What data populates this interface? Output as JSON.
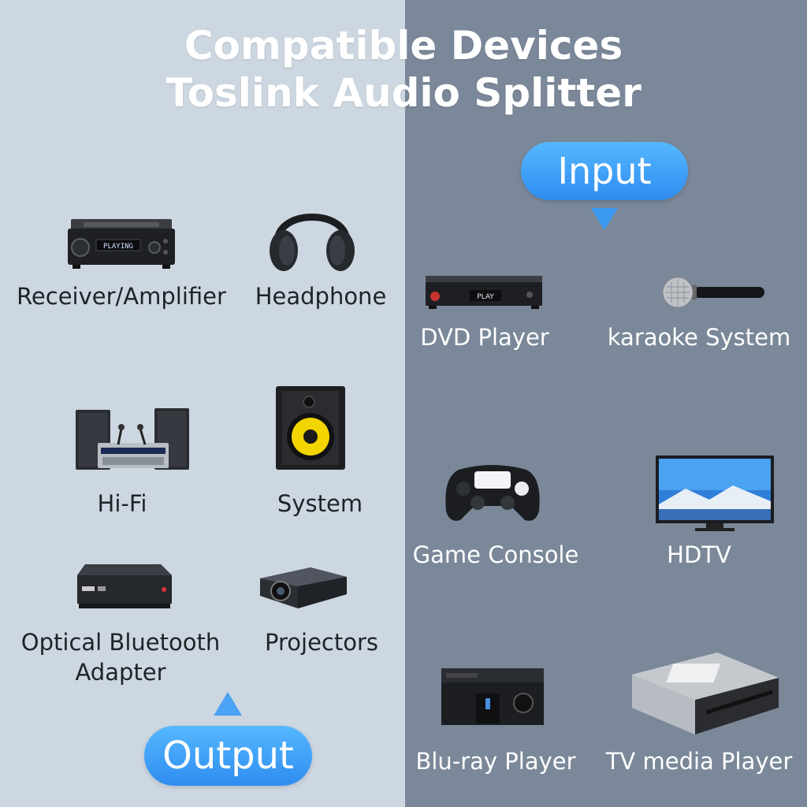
{
  "title": {
    "line1": "Compatible Devices",
    "line2": "Toslink Audio Splitter"
  },
  "input": {
    "label": "Input",
    "devices": [
      {
        "label": "DVD Player",
        "icon": "dvd-player-icon",
        "screen_text": "PLAY"
      },
      {
        "label": "karaoke System",
        "icon": "microphone-icon"
      },
      {
        "label": "Game Console",
        "icon": "game-controller-icon"
      },
      {
        "label": "HDTV",
        "icon": "tv-icon"
      },
      {
        "label": "Blu-ray Player",
        "icon": "bluray-player-icon"
      },
      {
        "label": "TV media Player",
        "icon": "media-drive-icon"
      }
    ]
  },
  "output": {
    "label": "Output",
    "devices": [
      {
        "label": "Receiver/Amplifier",
        "icon": "receiver-amplifier-icon",
        "screen_text": "PLAYING"
      },
      {
        "label": "Headphone",
        "icon": "headphone-icon"
      },
      {
        "label": "Hi-Fi",
        "icon": "hifi-icon"
      },
      {
        "label": "System",
        "icon": "speaker-icon"
      },
      {
        "label": "Optical Bluetooth",
        "label2": "Adapter",
        "icon": "bluetooth-adapter-icon"
      },
      {
        "label": "Projectors",
        "icon": "projector-icon"
      }
    ]
  },
  "colors": {
    "output_panel": "#cdd7e1",
    "input_panel": "#7a8899",
    "accent": "#2f8cf0"
  }
}
